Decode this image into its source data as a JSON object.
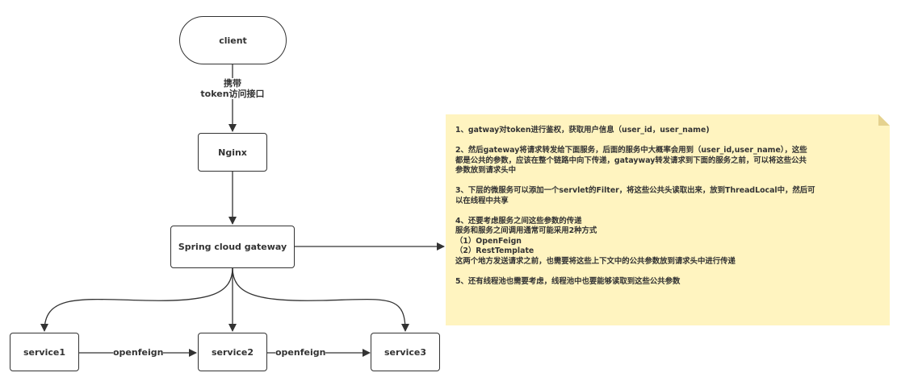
{
  "nodes": {
    "client": "client",
    "nginx": "Nginx",
    "gateway": "Spring cloud gateway",
    "service1": "service1",
    "service2": "service2",
    "service3": "service3"
  },
  "edges": {
    "client_to_nginx_line1": "携带",
    "client_to_nginx_line2": "token访问接口",
    "service1_to_service2": "openfeign",
    "service2_to_service3": "openfeign"
  },
  "note": {
    "item1": "1、gatway对token进行鉴权，获取用户信息（user_id，user_name)",
    "item2_line1": "2、然后gateway将请求转发给下面服务，后面的服务中大概率会用到（user_id,user_name），这些",
    "item2_line2": "都是公共的参数，应该在整个链路中向下传递，gatayway转发请求到下面的服务之前，可以将这些公共",
    "item2_line3": "参数放到请求头中",
    "item3_line1": "3、下层的微服务可以添加一个servlet的Filter，将这些公共头读取出来，放到ThreadLocal中，然后可",
    "item3_line2": "以在线程中共享",
    "item4_line1": "4、还要考虑服务之间这些参数的传递",
    "item4_line2": "服务和服务之间调用通常可能采用2种方式",
    "item4_line3": "（1）OpenFeign",
    "item4_line4": "（2）RestTemplate",
    "item4_line5": "这两个地方发送请求之前，也需要将这些上下文中的公共参数放到请求头中进行传递",
    "item5": "5、还有线程池也需要考虑，线程池中也要能够读取到这些公共参数"
  },
  "colors": {
    "stroke": "#333333",
    "note_fill": "#fff4c0",
    "note_fold": "#e5d28f"
  }
}
